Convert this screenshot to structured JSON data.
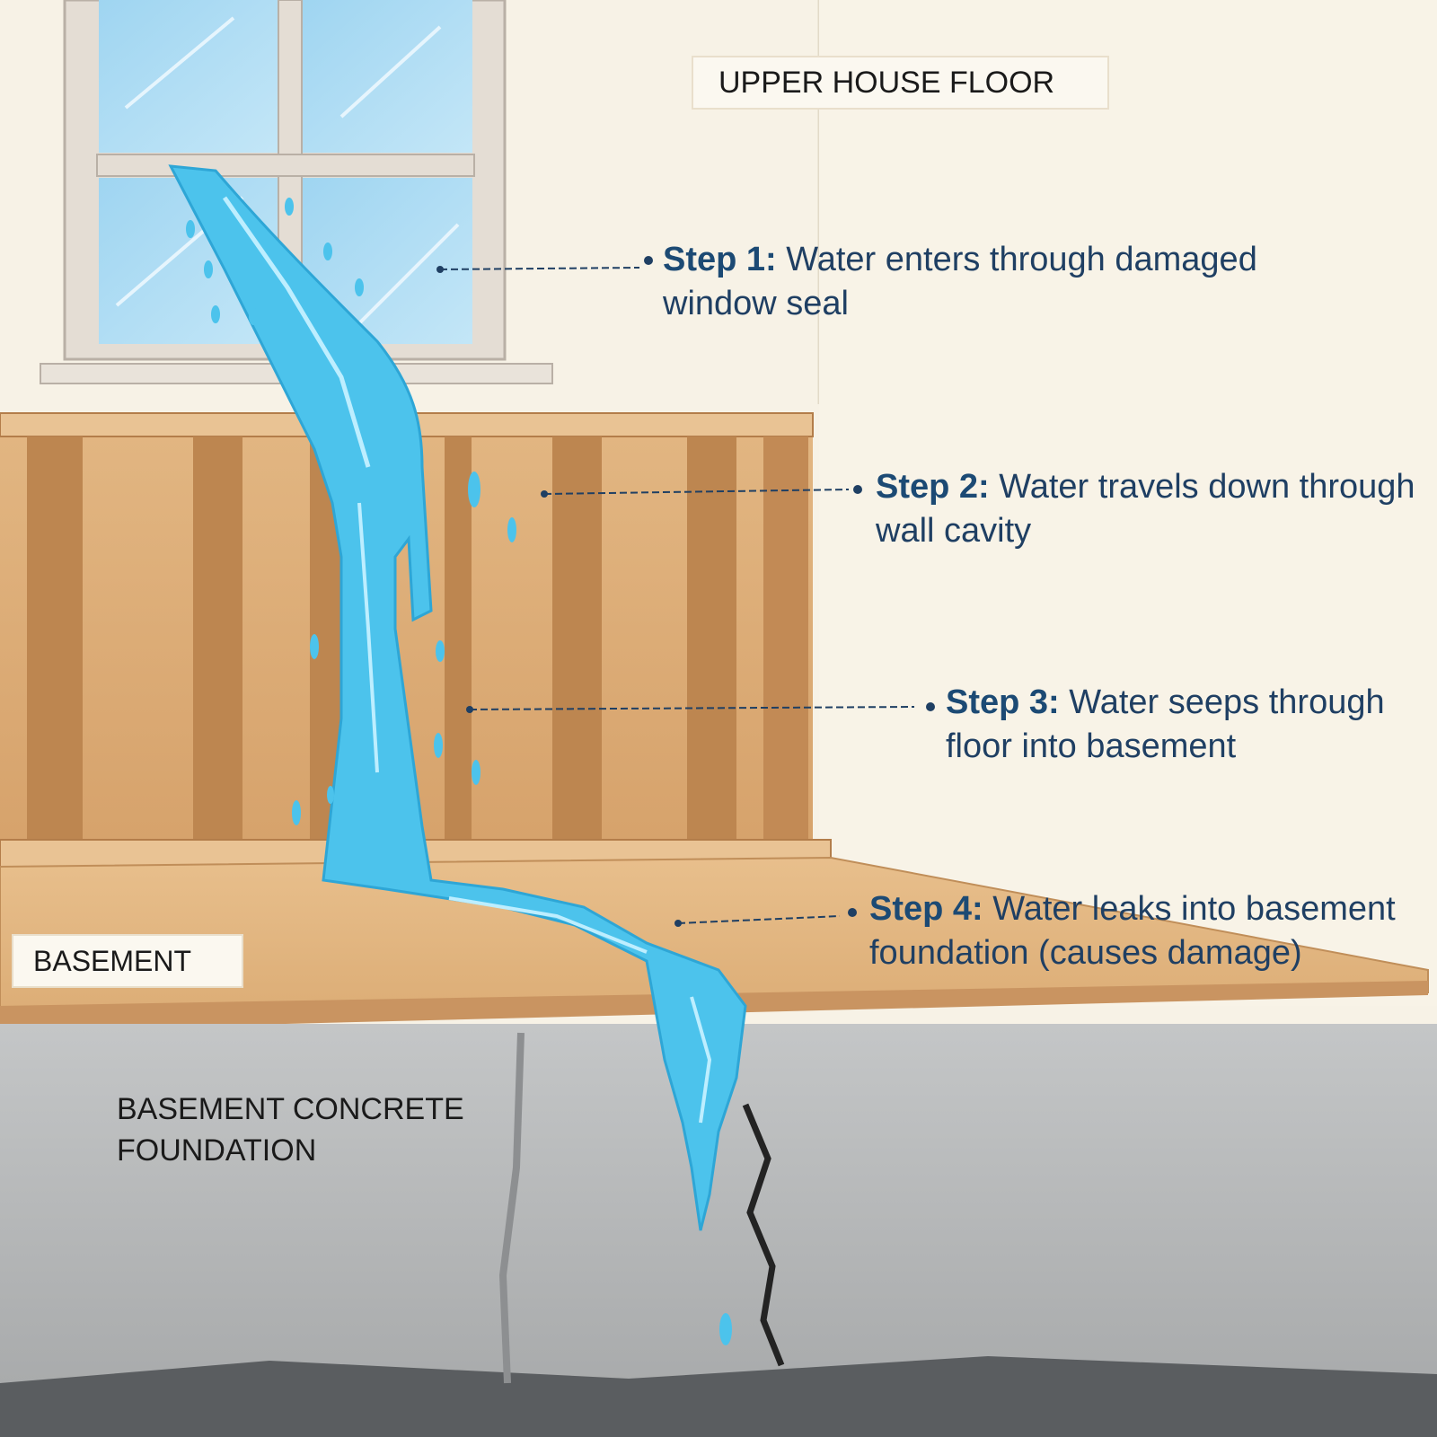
{
  "labels": {
    "upper_floor": "UPPER HOUSE FLOOR",
    "basement": "BASEMENT",
    "foundation": "BASEMENT CONCRETE FOUNDATION"
  },
  "steps": [
    {
      "name": "Step 1",
      "text": "Water enters through damaged window seal"
    },
    {
      "name": "Step 2",
      "text": "Water travels down through wall cavity"
    },
    {
      "name": "Step 3",
      "text": "Water seeps through floor into basement"
    },
    {
      "name": "Step 4",
      "text": "Water leaks into basement foundation (causes damage)"
    }
  ],
  "colors": {
    "wall": "#f7f2e6",
    "wood": "#d9a972",
    "stud": "#b9804d",
    "water": "#4cc3ec",
    "concrete": "#b5b7b8",
    "glass": "#a9d9f2",
    "text_blue": "#1f3f63"
  }
}
